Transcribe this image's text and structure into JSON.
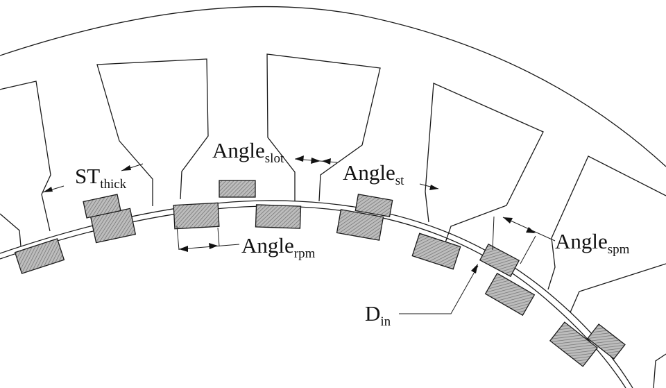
{
  "diagram": {
    "labels": {
      "st_thick": {
        "base": "ST",
        "sub": "thick"
      },
      "angle_slot": {
        "base": "Angle",
        "sub": "slot"
      },
      "angle_st": {
        "base": "Angle",
        "sub": "st"
      },
      "angle_rpm": {
        "base": "Angle",
        "sub": "rpm"
      },
      "angle_spm": {
        "base": "Angle",
        "sub": "spm"
      },
      "d_in": {
        "base": "D",
        "sub": "in"
      }
    },
    "colors": {
      "line": "#1a1a1a",
      "magnet_fill": "#bdbdbd",
      "background": "#ffffff"
    }
  }
}
